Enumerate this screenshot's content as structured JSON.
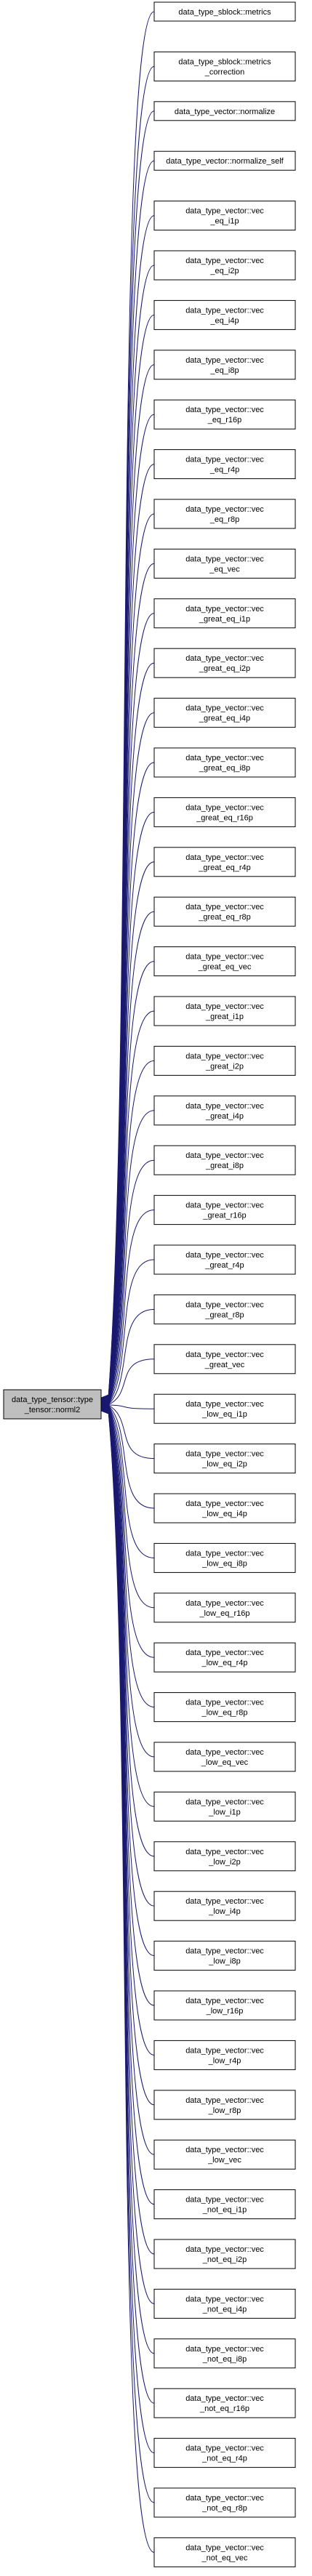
{
  "diagram": {
    "type": "call-graph",
    "edge_color": "#191970",
    "node_border": "#000000",
    "source_fill": "#bfbfbf",
    "target_fill": "#ffffff",
    "source": {
      "lines": [
        "data_type_tensor::type",
        "_tensor::norml2"
      ]
    },
    "callers": [
      {
        "lines": [
          "data_type_sblock::metrics"
        ]
      },
      {
        "lines": [
          "data_type_sblock::metrics",
          "_correction"
        ]
      },
      {
        "lines": [
          "data_type_vector::normalize"
        ]
      },
      {
        "lines": [
          "data_type_vector::normalize_self"
        ]
      },
      {
        "lines": [
          "data_type_vector::vec",
          "_eq_i1p"
        ]
      },
      {
        "lines": [
          "data_type_vector::vec",
          "_eq_i2p"
        ]
      },
      {
        "lines": [
          "data_type_vector::vec",
          "_eq_i4p"
        ]
      },
      {
        "lines": [
          "data_type_vector::vec",
          "_eq_i8p"
        ]
      },
      {
        "lines": [
          "data_type_vector::vec",
          "_eq_r16p"
        ]
      },
      {
        "lines": [
          "data_type_vector::vec",
          "_eq_r4p"
        ]
      },
      {
        "lines": [
          "data_type_vector::vec",
          "_eq_r8p"
        ]
      },
      {
        "lines": [
          "data_type_vector::vec",
          "_eq_vec"
        ]
      },
      {
        "lines": [
          "data_type_vector::vec",
          "_great_eq_i1p"
        ]
      },
      {
        "lines": [
          "data_type_vector::vec",
          "_great_eq_i2p"
        ]
      },
      {
        "lines": [
          "data_type_vector::vec",
          "_great_eq_i4p"
        ]
      },
      {
        "lines": [
          "data_type_vector::vec",
          "_great_eq_i8p"
        ]
      },
      {
        "lines": [
          "data_type_vector::vec",
          "_great_eq_r16p"
        ]
      },
      {
        "lines": [
          "data_type_vector::vec",
          "_great_eq_r4p"
        ]
      },
      {
        "lines": [
          "data_type_vector::vec",
          "_great_eq_r8p"
        ]
      },
      {
        "lines": [
          "data_type_vector::vec",
          "_great_eq_vec"
        ]
      },
      {
        "lines": [
          "data_type_vector::vec",
          "_great_i1p"
        ]
      },
      {
        "lines": [
          "data_type_vector::vec",
          "_great_i2p"
        ]
      },
      {
        "lines": [
          "data_type_vector::vec",
          "_great_i4p"
        ]
      },
      {
        "lines": [
          "data_type_vector::vec",
          "_great_i8p"
        ]
      },
      {
        "lines": [
          "data_type_vector::vec",
          "_great_r16p"
        ]
      },
      {
        "lines": [
          "data_type_vector::vec",
          "_great_r4p"
        ]
      },
      {
        "lines": [
          "data_type_vector::vec",
          "_great_r8p"
        ]
      },
      {
        "lines": [
          "data_type_vector::vec",
          "_great_vec"
        ]
      },
      {
        "lines": [
          "data_type_vector::vec",
          "_low_eq_i1p"
        ]
      },
      {
        "lines": [
          "data_type_vector::vec",
          "_low_eq_i2p"
        ]
      },
      {
        "lines": [
          "data_type_vector::vec",
          "_low_eq_i4p"
        ]
      },
      {
        "lines": [
          "data_type_vector::vec",
          "_low_eq_i8p"
        ]
      },
      {
        "lines": [
          "data_type_vector::vec",
          "_low_eq_r16p"
        ]
      },
      {
        "lines": [
          "data_type_vector::vec",
          "_low_eq_r4p"
        ]
      },
      {
        "lines": [
          "data_type_vector::vec",
          "_low_eq_r8p"
        ]
      },
      {
        "lines": [
          "data_type_vector::vec",
          "_low_eq_vec"
        ]
      },
      {
        "lines": [
          "data_type_vector::vec",
          "_low_i1p"
        ]
      },
      {
        "lines": [
          "data_type_vector::vec",
          "_low_i2p"
        ]
      },
      {
        "lines": [
          "data_type_vector::vec",
          "_low_i4p"
        ]
      },
      {
        "lines": [
          "data_type_vector::vec",
          "_low_i8p"
        ]
      },
      {
        "lines": [
          "data_type_vector::vec",
          "_low_r16p"
        ]
      },
      {
        "lines": [
          "data_type_vector::vec",
          "_low_r4p"
        ]
      },
      {
        "lines": [
          "data_type_vector::vec",
          "_low_r8p"
        ]
      },
      {
        "lines": [
          "data_type_vector::vec",
          "_low_vec"
        ]
      },
      {
        "lines": [
          "data_type_vector::vec",
          "_not_eq_i1p"
        ]
      },
      {
        "lines": [
          "data_type_vector::vec",
          "_not_eq_i2p"
        ]
      },
      {
        "lines": [
          "data_type_vector::vec",
          "_not_eq_i4p"
        ]
      },
      {
        "lines": [
          "data_type_vector::vec",
          "_not_eq_i8p"
        ]
      },
      {
        "lines": [
          "data_type_vector::vec",
          "_not_eq_r16p"
        ]
      },
      {
        "lines": [
          "data_type_vector::vec",
          "_not_eq_r4p"
        ]
      },
      {
        "lines": [
          "data_type_vector::vec",
          "_not_eq_r8p"
        ]
      },
      {
        "lines": [
          "data_type_vector::vec",
          "_not_eq_vec"
        ]
      }
    ]
  }
}
